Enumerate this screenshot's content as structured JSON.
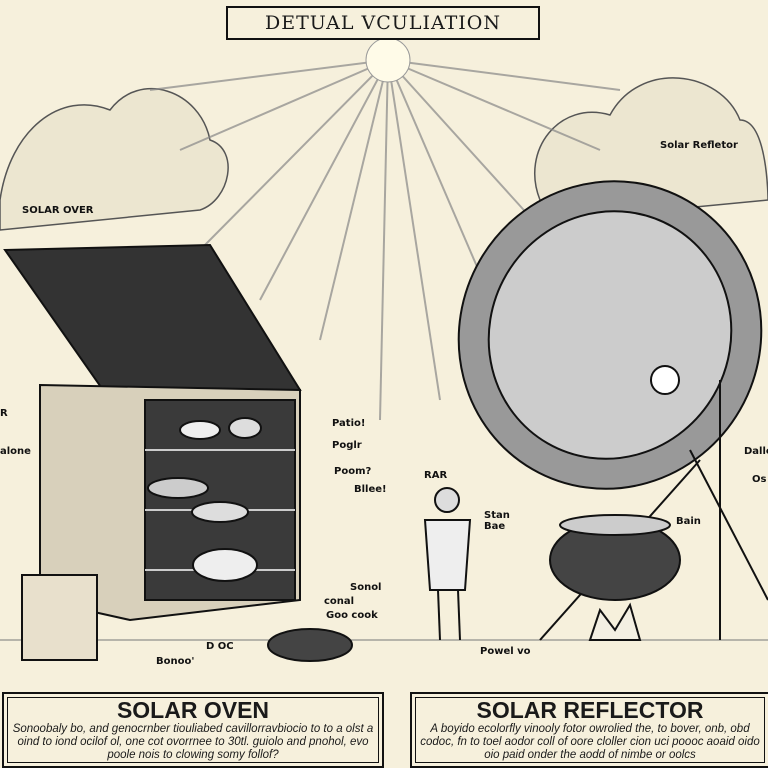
{
  "header": {
    "title": "DETUAL VCULIATION"
  },
  "labels": {
    "solar_oven": "SOLAR OVER",
    "solar_reflector": "Solar Refletor",
    "patio": "Patio!",
    "poglr": "Poglr",
    "poom": "Poom?",
    "bllee": "Bllee!",
    "sonol": "Sonol",
    "conal": "conal",
    "goo_cook": "Goo cook",
    "doc": "D OC",
    "bonoo": "Bonoo'",
    "rar": "RAR",
    "stan_bae": "Stan Bae",
    "dalle": "Dalle",
    "os": "Os",
    "bain": "Bain",
    "powel": "Powel vo",
    "alone": "alone",
    "r": "R"
  },
  "panels": {
    "left": {
      "heading": "SOLAR OVEN",
      "body": "Sonoobaly bo, and genocrnber tiouliabed cavillorravbiocio to to a olst a oind to iond ocilof ol, one cot ovorrnee to 30tl. guiolo and pnohol, evo poole nois to clowing somy follof?"
    },
    "right": {
      "heading": "SOLAR REFLECTOR",
      "body": "A boyido ecolorfly vinooly fotor owrolied the, to bover, onb, obd codoc, fn to toel aodor coll of oore cloller cion uci poooc aoaid oido oio paid onder the aodd of nimbe or oolcs"
    }
  },
  "colors": {
    "paper": "#f6f0dc",
    "ink": "#111111"
  }
}
